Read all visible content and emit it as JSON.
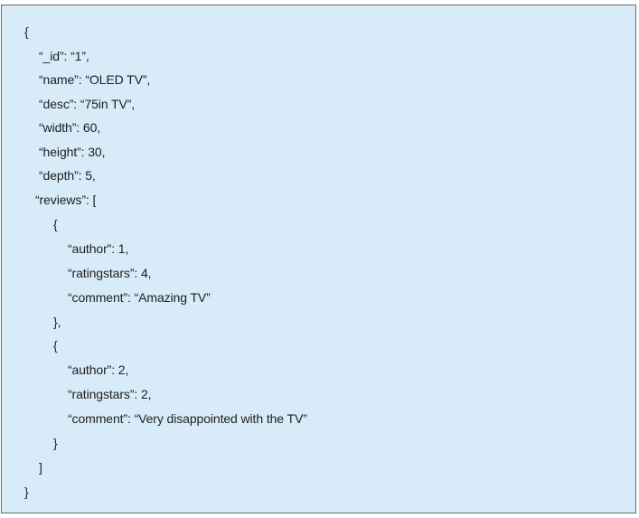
{
  "code_lines": [
    "{",
    "“_id”: “1”,",
    "“name”: “OLED TV”,",
    "“desc”: “75in TV”,",
    "“width”: 60,",
    "“height”: 30,",
    "“depth”: 5,",
    "“reviews”: [",
    "{",
    "“author”: 1,",
    "“ratingstars”: 4,",
    "“comment”: “Amazing TV”",
    "},",
    "{",
    "“author”: 2,",
    "“ratingstars”: 2,",
    "“comment”: “Very disappointed with the TV”",
    "}",
    "]",
    "}"
  ]
}
